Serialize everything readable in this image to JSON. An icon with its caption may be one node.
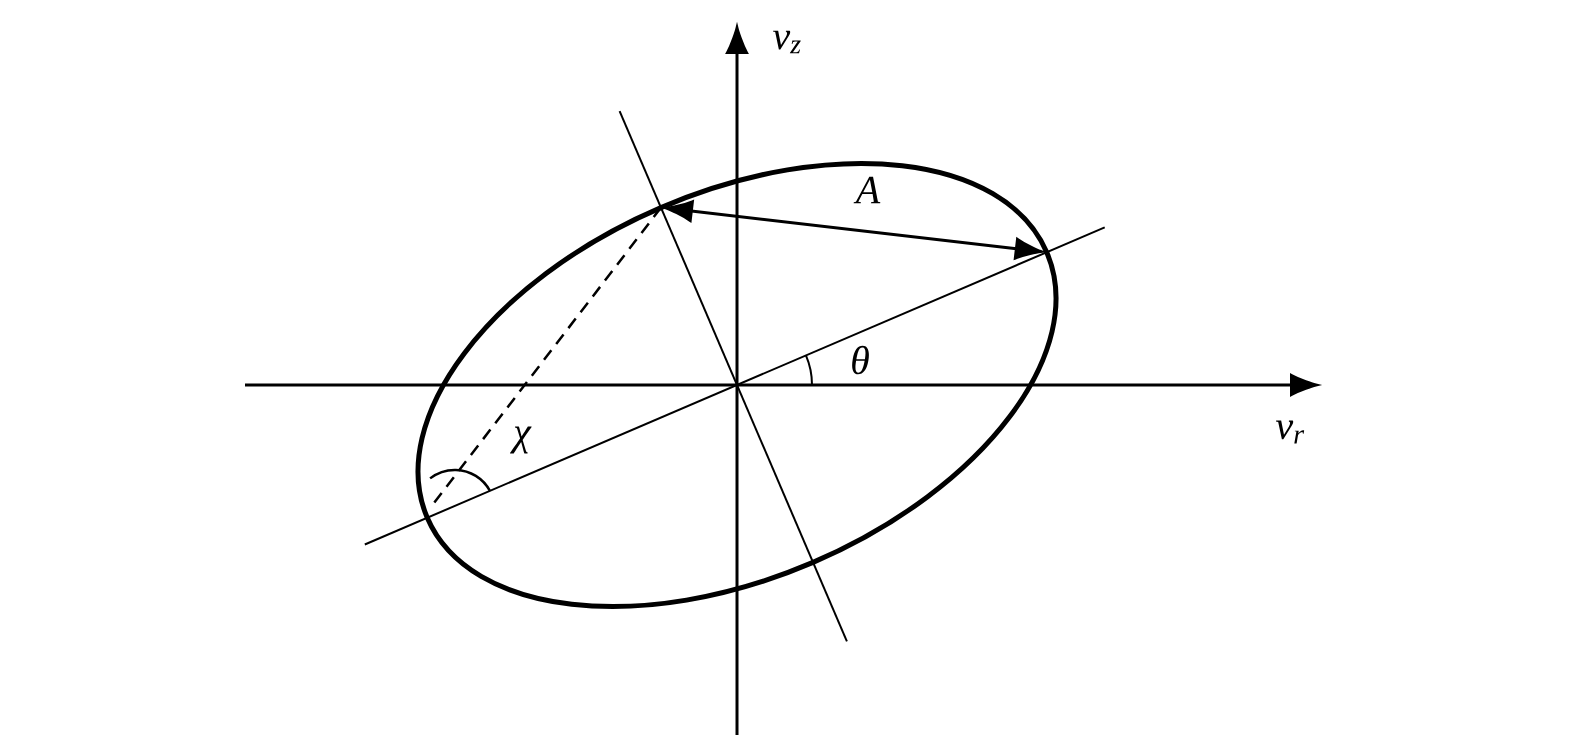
{
  "diagram": {
    "labels": [
      "v$_{z}$",
      "v$_{r}$",
      "A",
      "θ",
      "χ"
    ]
  }
}
